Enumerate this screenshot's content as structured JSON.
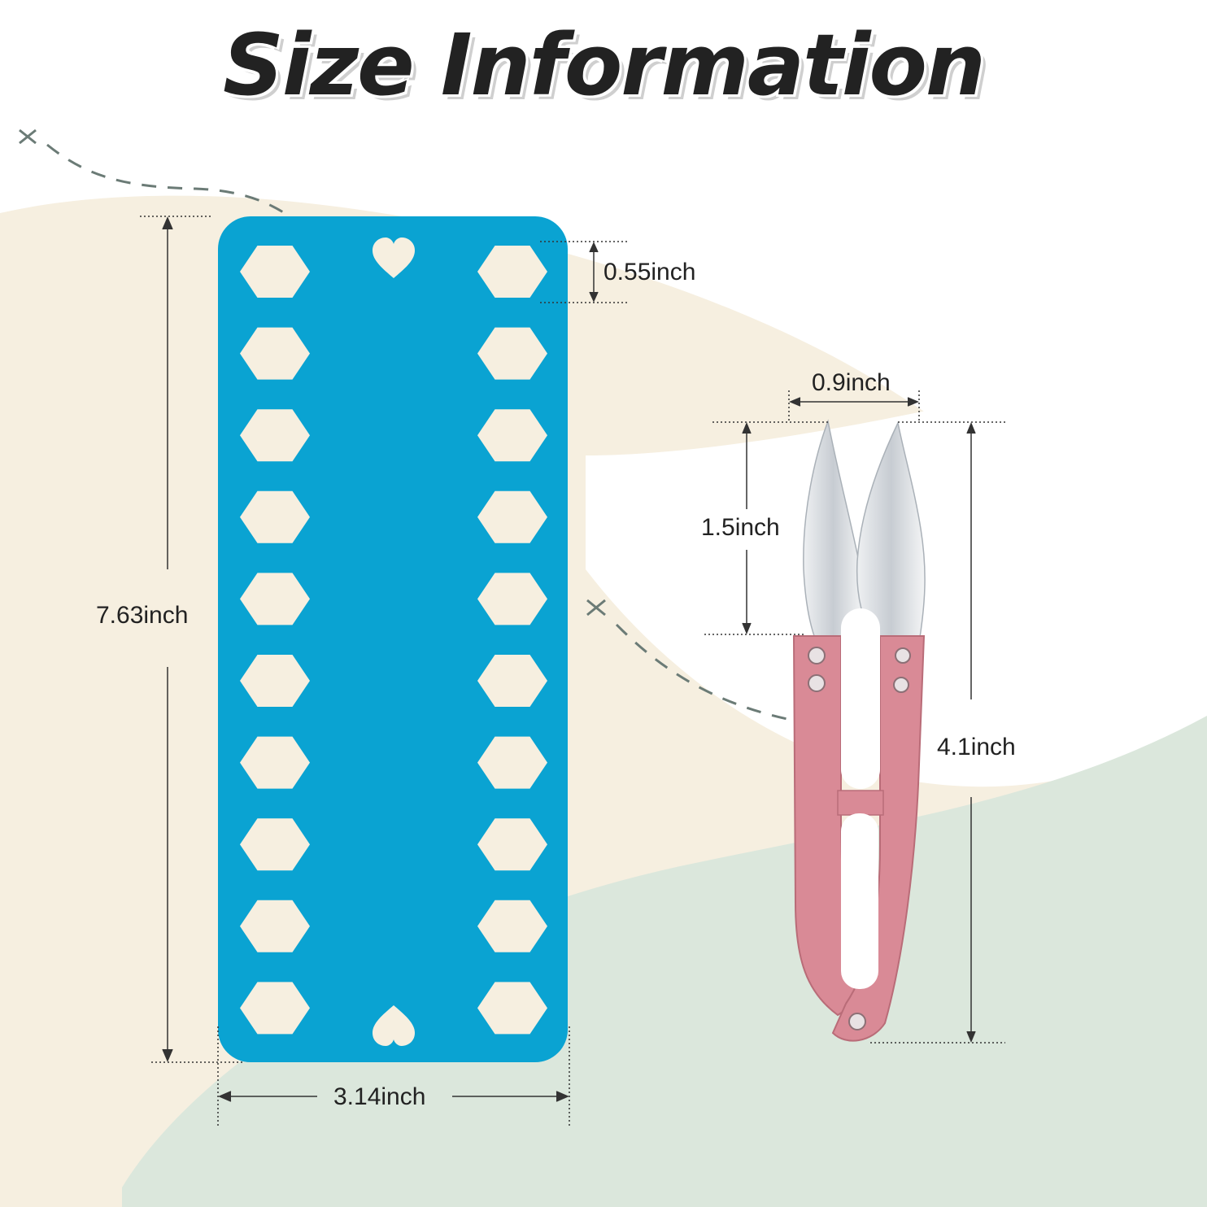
{
  "title": "Size Information",
  "colors": {
    "board": "#0aa3d2",
    "scissor_handle": "#d98a96",
    "blade": "#d9dde2",
    "bg_cream": "#f6efe0",
    "bg_green": "#dbe7dc",
    "dash_line": "#6b7b76",
    "text": "#222222"
  },
  "labels": {
    "hole_height": "0.55inch",
    "board_height": "7.63inch",
    "board_width": "3.14inch",
    "blade_width": "0.9inch",
    "blade_length": "1.5inch",
    "scissor_length": "4.1inch"
  }
}
